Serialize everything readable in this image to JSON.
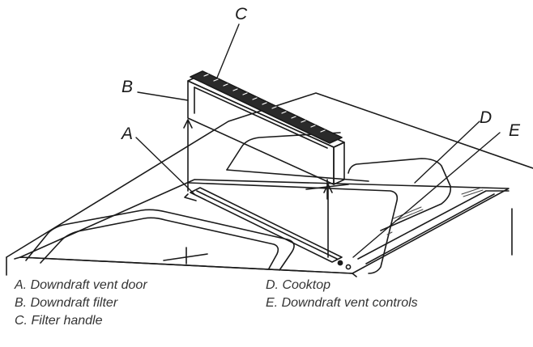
{
  "callouts": {
    "a": "A",
    "b": "B",
    "c": "C",
    "d": "D",
    "e": "E"
  },
  "legend": {
    "left": [
      "A.  Downdraft vent door",
      "B.  Downdraft filter",
      "C.  Filter handle"
    ],
    "right": [
      "D.  Cooktop",
      "E.  Downdraft vent controls"
    ]
  },
  "colors": {
    "line": "#1a1a1a",
    "text": "#333333",
    "background": "#ffffff"
  }
}
